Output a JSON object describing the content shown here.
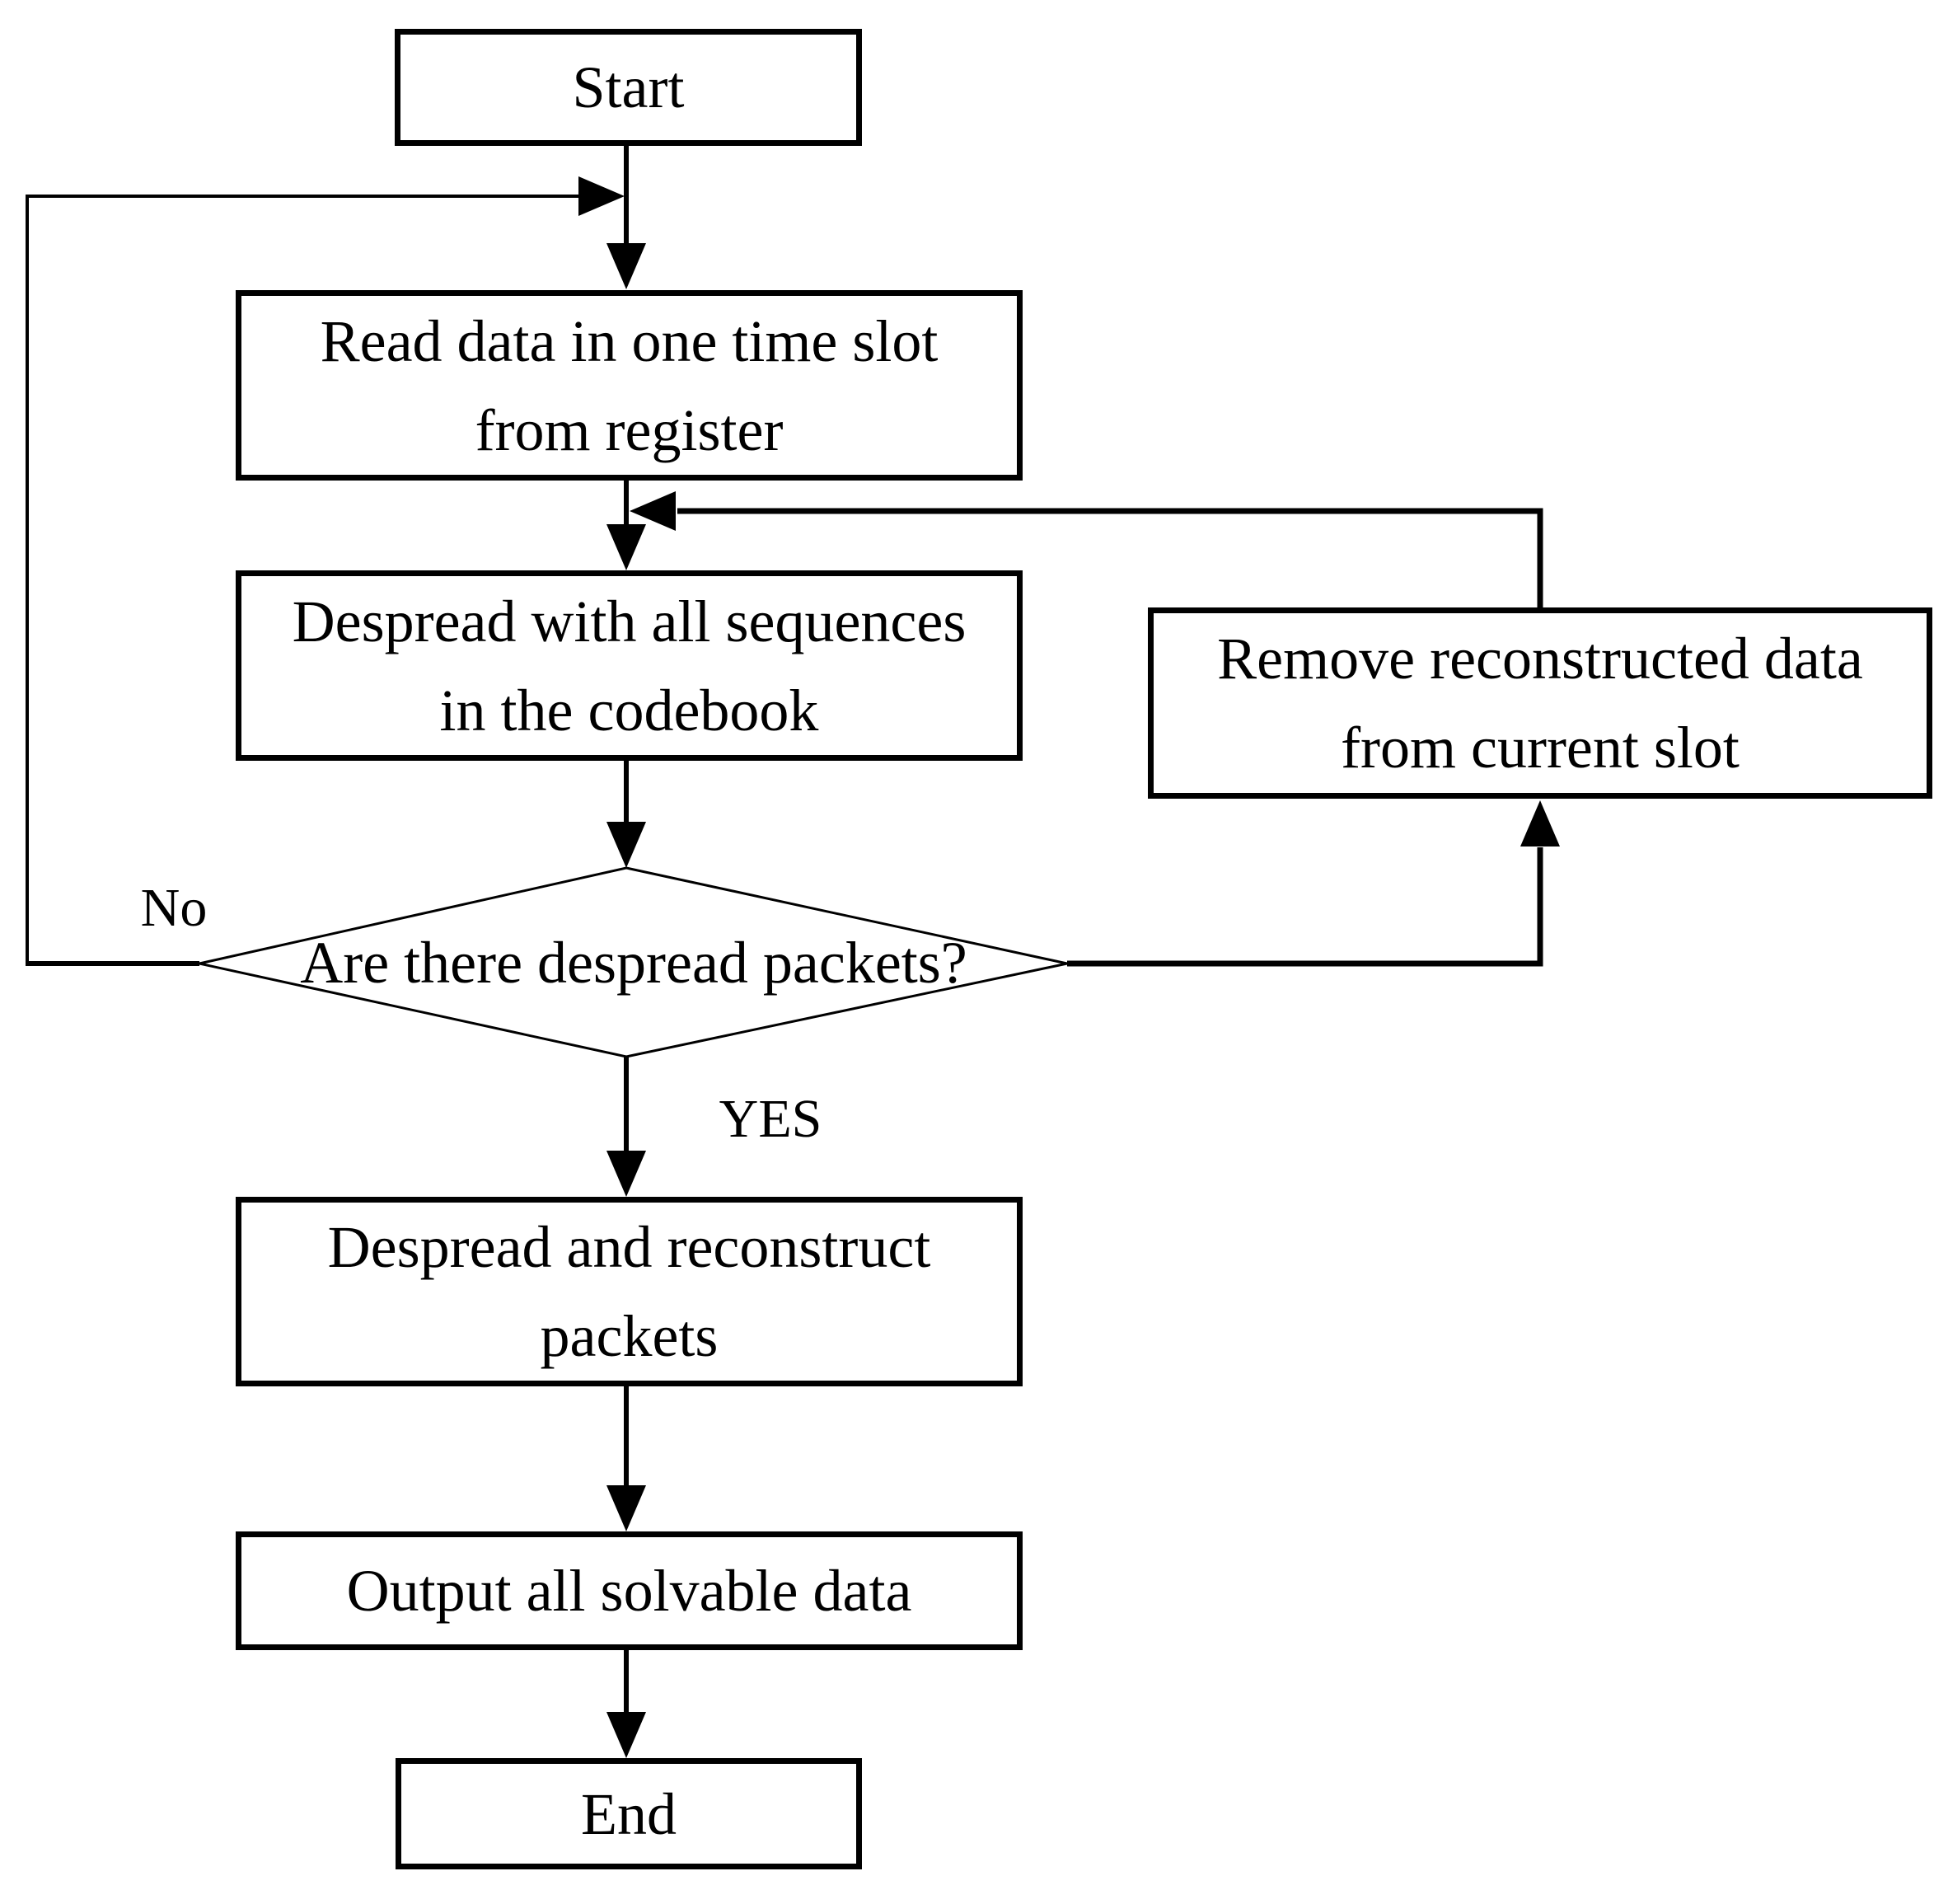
{
  "diagram": {
    "type": "flowchart",
    "colors": {
      "background": "#ffffff",
      "line": "#000000",
      "text": "#000000",
      "node_fill": "#ffffff"
    },
    "nodes": [
      {
        "id": "start",
        "shape": "rect",
        "label": "Start"
      },
      {
        "id": "read",
        "shape": "rect",
        "label": "Read data in one time slot from register"
      },
      {
        "id": "despread",
        "shape": "rect",
        "label": "Despread with all sequences in the codebook"
      },
      {
        "id": "remove",
        "shape": "rect",
        "label": "Remove reconstructed data from current slot"
      },
      {
        "id": "decision",
        "shape": "diamond",
        "label": "Are there despread packets?"
      },
      {
        "id": "reconstruct",
        "shape": "rect",
        "label": "Despread and reconstruct packets"
      },
      {
        "id": "output",
        "shape": "rect",
        "label": "Output all solvable data"
      },
      {
        "id": "end",
        "shape": "rect",
        "label": "End"
      }
    ],
    "edges": [
      {
        "from": "start",
        "to": "read",
        "label": ""
      },
      {
        "from": "read",
        "to": "despread",
        "label": ""
      },
      {
        "from": "despread",
        "to": "decision",
        "label": ""
      },
      {
        "from": "decision",
        "to": "read",
        "label": "No"
      },
      {
        "from": "decision",
        "to": "remove",
        "label": ""
      },
      {
        "from": "remove",
        "to": "despread",
        "label": ""
      },
      {
        "from": "decision",
        "to": "reconstruct",
        "label": "YES"
      },
      {
        "from": "reconstruct",
        "to": "output",
        "label": ""
      },
      {
        "from": "output",
        "to": "end",
        "label": ""
      }
    ],
    "edge_labels": {
      "no": "No",
      "yes": "YES"
    }
  }
}
